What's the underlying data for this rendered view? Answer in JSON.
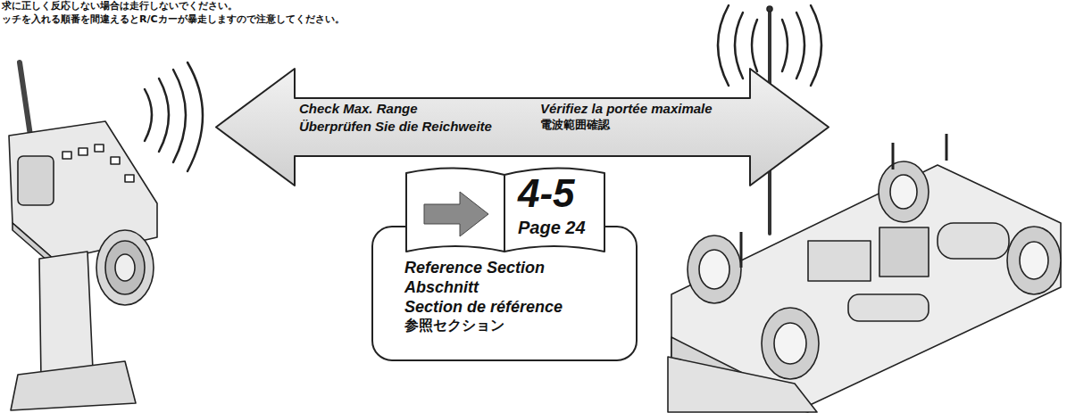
{
  "diagram": {
    "nodes": [
      {
        "text": [
          "Check Max. Range",
          "Überprüfen Sie die Reichweite",
          "Vérifiez la portée maximale",
          "電波範囲確認"
        ]
      },
      {
        "text": [
          "4-5",
          "Page 24",
          "Reference Section",
          "Abschnitt",
          "Section de référence",
          "参照セクション"
        ]
      }
    ],
    "labels": [
      "求に正しく反応しない場合は走行しないでください。",
      "ッチを入れる順番を間違えるとR/Cカーが暴走しますので注意してください。"
    ]
  }
}
